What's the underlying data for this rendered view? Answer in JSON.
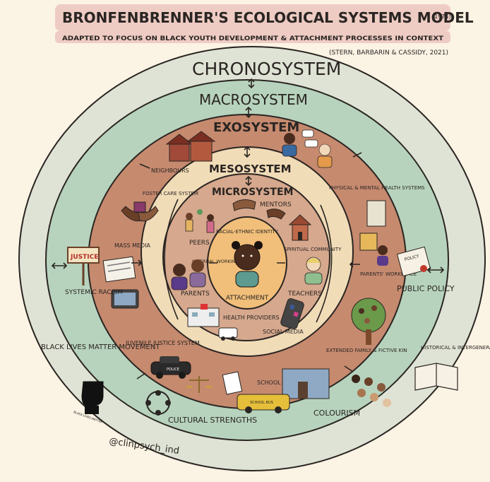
{
  "title": "BRONFENBRENNER'S ECOLOGICAL SYSTEMS MODEL",
  "year": "(1974)",
  "subtitle": "ADAPTED TO FOCUS ON BLACK YOUTH DEVELOPMENT & ATTACHMENT PROCESSES IN CONTEXT",
  "citation": "(STERN, BARBARIN & CASSIDY, 2021)",
  "systems": {
    "chronosystem": "CHRONOSYSTEM",
    "macrosystem": "MACROSYSTEM",
    "exosystem": "EXOSYSTEM",
    "mesosystem": "MESOSYSTEM",
    "microsystem": "MICROSYSTEM"
  },
  "center": {
    "racial_ethnic_identity": "RACIAL-ETHNIC IDENTITY",
    "internal_working_model": "INTERNAL WORKING MODEL",
    "attachment": "ATTACHMENT"
  },
  "micro_items": {
    "mentors": "MENTORS",
    "peers": "PEERS",
    "spiritual_community": "SPIRITUAL COMMUNITY",
    "parents": "PARENTS",
    "teachers": "TEACHERS",
    "health_providers": "HEALTH PROVIDERS",
    "social_media": "SOCIAL MEDIA"
  },
  "exo_items": {
    "neighbours": "NEIGHBOURS",
    "physical_mental_health": "PHYSICAL & MENTAL HEALTH SYSTEMS",
    "foster_care": "FOSTER CARE SYSTEM",
    "mass_media": "MASS MEDIA",
    "parents_workplace": "PARENTS' WORKPLACE",
    "juvenile_justice": "JUVENILE JUSTICE SYSTEM",
    "school_system": "SCHOOL SYSTEM",
    "extended_family": "EXTENDED FAMILY & FICTIVE KIN"
  },
  "macro_items": {
    "systemic_racism": "SYSTEMIC RACISM",
    "public_policy": "PUBLIC POLICY",
    "cultural_strengths": "CULTURAL STRENGTHS",
    "colourism": "COLOURISM"
  },
  "chrono_items": {
    "black_lives_matter": "BLACK LIVES MATTER MOVEMENT",
    "historical_trauma": "HISTORICAL & INTERGENERATIONAL TRAUMA"
  },
  "icon_labels": {
    "justice_sign": "JUSTICE",
    "policy_doc": "POLICY",
    "blm_fist": "BLACK LIVES MATTER",
    "police_car": "POLICE",
    "school_bus": "SCHOOL BUS"
  },
  "handle": "@clinpsych_ind",
  "colors": {
    "chrono": "#dfe3d5",
    "macro": "#b7d3bd",
    "exo": "#c68a6f",
    "meso": "#f1dcb8",
    "micro": "#d6a88d",
    "core": "#f1bf7a",
    "title_bg": "#eeccc4"
  }
}
